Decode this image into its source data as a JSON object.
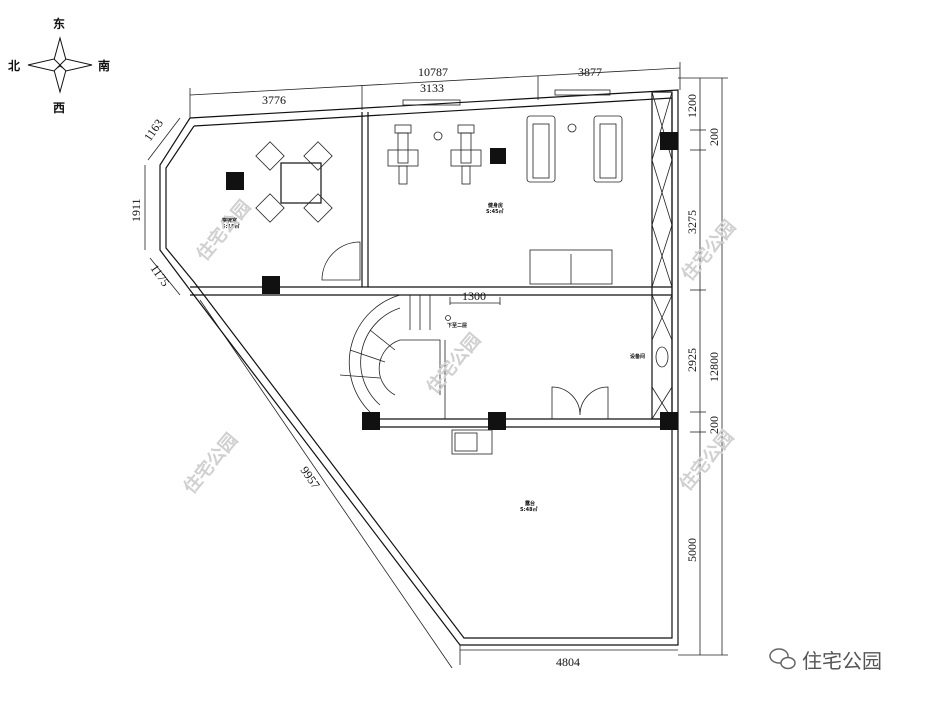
{
  "compass": {
    "north": "北",
    "east": "东",
    "south": "南",
    "west": "西"
  },
  "dimensions": {
    "top_total": "10787",
    "top_left": "3776",
    "top_mid": "3133",
    "top_right": "3877",
    "right_1": "1200",
    "right_2": "200",
    "right_3": "3275",
    "right_4": "2925",
    "right_total": "12800",
    "right_5": "200",
    "right_6": "5000",
    "bottom": "4804",
    "left_chamfer_top": "1163",
    "left_side": "1911",
    "left_chamfer_bottom": "1175",
    "diagonal": "9957",
    "opening": "1300"
  },
  "rooms": {
    "chess_room": "棋牌室",
    "chess_area": "S:18㎡",
    "gym": "健身房",
    "gym_area": "S:45㎡",
    "stair_note": "下至二层",
    "equipment": "设备间",
    "terrace": "露台",
    "terrace_area": "S:48㎡"
  },
  "watermark": "住宅公园",
  "logo_text": "住宅公园"
}
